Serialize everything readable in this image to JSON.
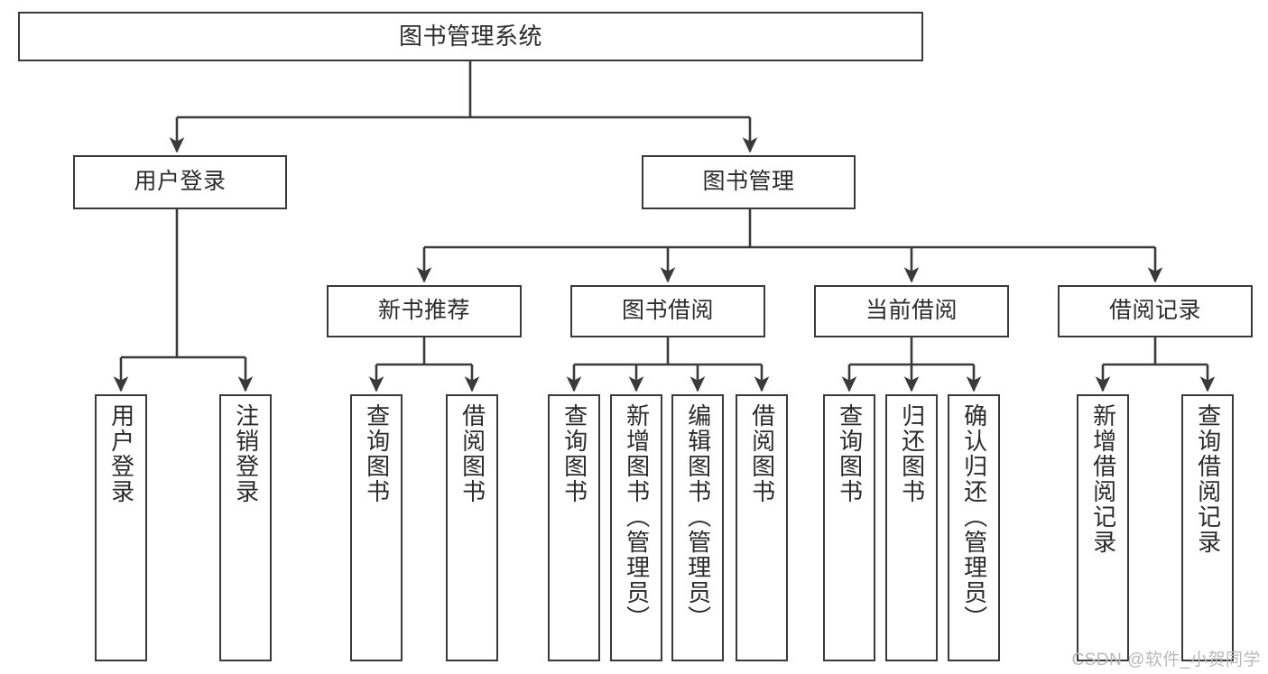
{
  "diagram": {
    "title": "图书管理系统",
    "type": "tree-hierarchy",
    "stroke_color": "#3a3a3a",
    "text_color": "#2b2b2b",
    "background_color": "#ffffff",
    "root": {
      "label": "图书管理系统"
    },
    "level2": [
      {
        "label": "用户登录"
      },
      {
        "label": "图书管理"
      }
    ],
    "level3": [
      {
        "label": "新书推荐"
      },
      {
        "label": "图书借阅"
      },
      {
        "label": "当前借阅"
      },
      {
        "label": "借阅记录"
      }
    ],
    "leaves": {
      "user_login": [
        {
          "label": "用户登录"
        },
        {
          "label": "注销登录"
        }
      ],
      "new_book_recommend": [
        {
          "label": "查询图书"
        },
        {
          "label": "借阅图书"
        }
      ],
      "book_borrow": [
        {
          "label": "查询图书"
        },
        {
          "label": "新增图书（管理员）"
        },
        {
          "label": "编辑图书（管理员）"
        },
        {
          "label": "借阅图书"
        }
      ],
      "current_borrow": [
        {
          "label": "查询图书"
        },
        {
          "label": "归还图书"
        },
        {
          "label": "确认归还（管理员）"
        }
      ],
      "borrow_record": [
        {
          "label": "新增借阅记录"
        },
        {
          "label": "查询借阅记录"
        }
      ]
    }
  },
  "watermark": {
    "text": "CSDN @软件_小贺同学",
    "color": "#b9b9b9"
  }
}
